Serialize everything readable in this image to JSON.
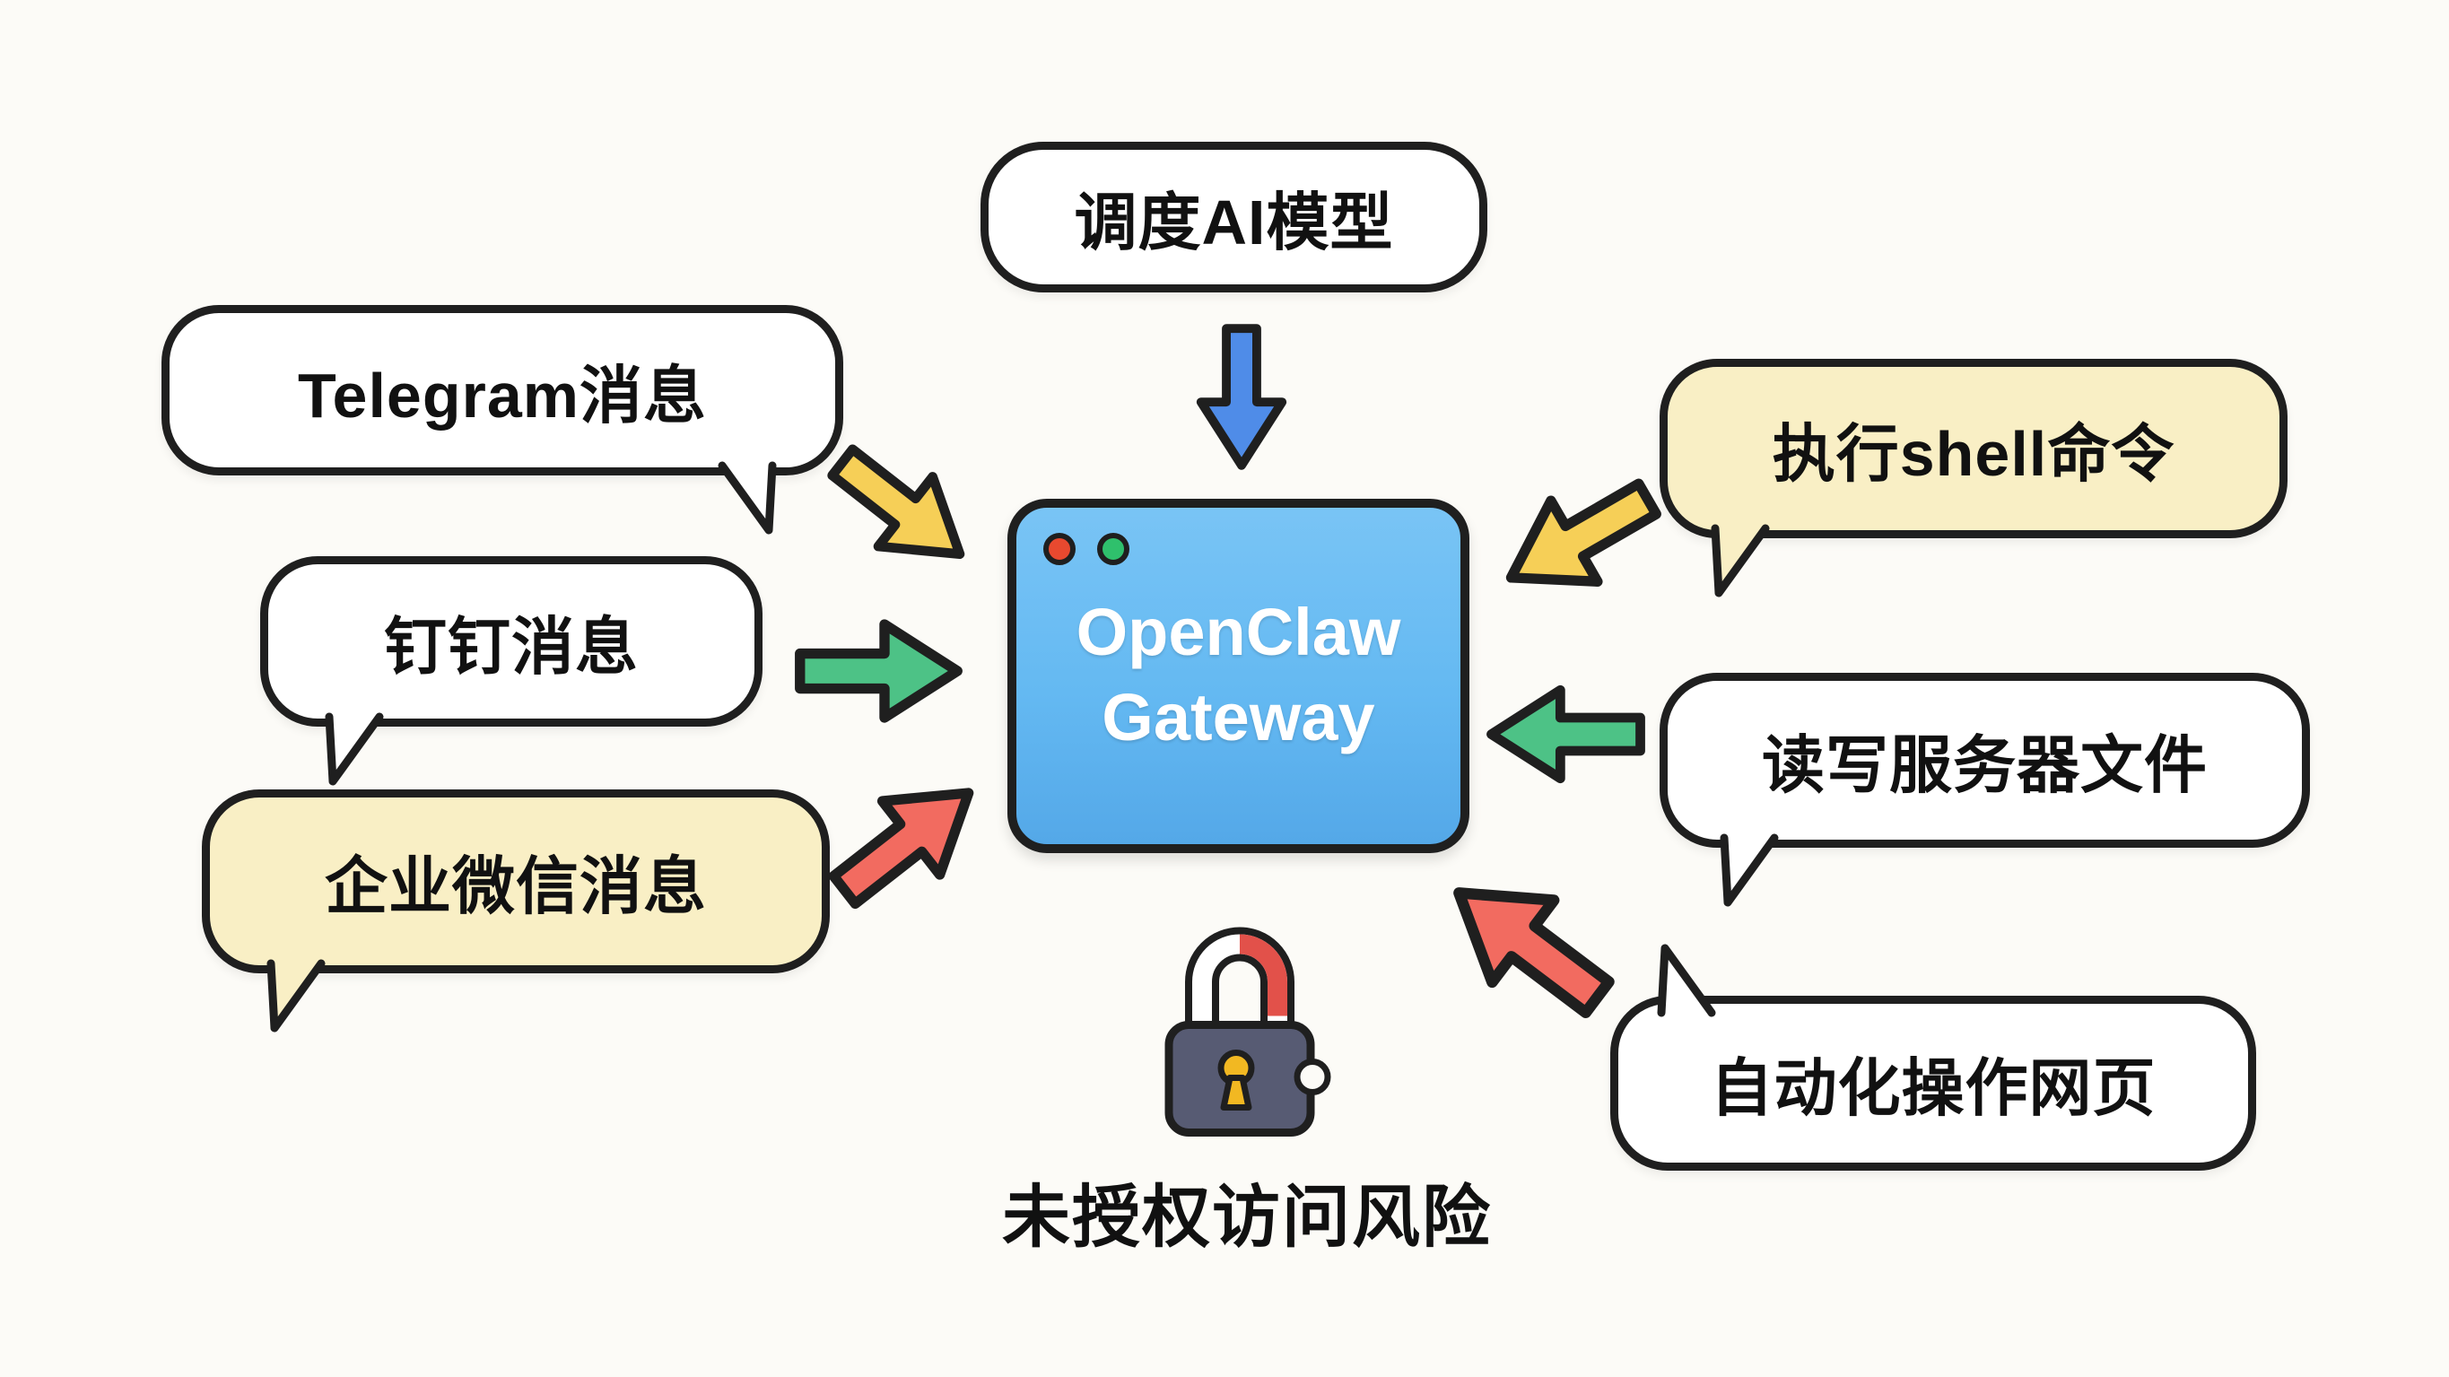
{
  "colors": {
    "bg": "#fcfbf7",
    "ink": "#1f1f1f",
    "bubble-white": "#ffffff",
    "bubble-cream": "#f9efc5",
    "gateway-fill": "#64b9f2",
    "arrow-blue": "#4f8ce8",
    "arrow-yellow": "#f6cf57",
    "arrow-green": "#4dc286",
    "arrow-red": "#f26b60",
    "lock-body": "#575b73",
    "lock-accent": "#e2514a",
    "keyhole": "#f2b822",
    "dot-red": "#e8492f",
    "dot-green": "#2fc06c"
  },
  "gateway": {
    "line1": "OpenClaw",
    "line2": "Gateway"
  },
  "bubbles": {
    "dispatch_ai": {
      "label": "调度AI模型"
    },
    "telegram": {
      "label": "Telegram消息"
    },
    "dingtalk": {
      "label": "钉钉消息"
    },
    "wecom": {
      "label": "企业微信消息"
    },
    "shell": {
      "label": "执行shell命令"
    },
    "server_files": {
      "label": "读写服务器文件"
    },
    "web_automation": {
      "label": "自动化操作网页"
    }
  },
  "risk": {
    "label": "未授权访问风险"
  }
}
